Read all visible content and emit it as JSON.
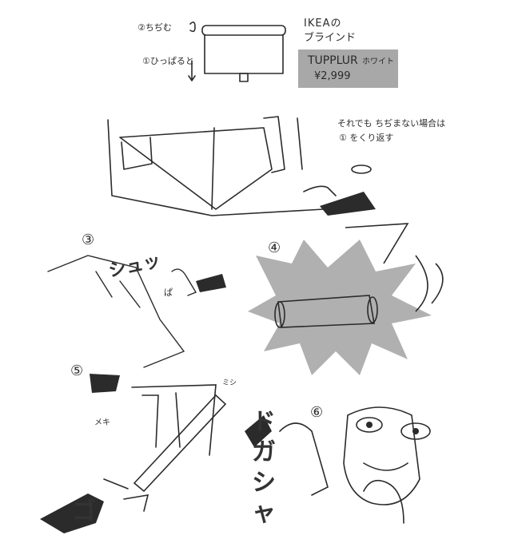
{
  "panel1": {
    "step2": "②ちぢむ",
    "step1": "①ひっぱると",
    "product_title": "IKEAの",
    "product_title2": "ブラインド",
    "product_name": "TUPPLUR",
    "product_color": "ホワイト",
    "product_price": "¥2,999"
  },
  "panel2": {
    "note_line1": "それでも ちぢまない場合は",
    "note_line2": "① をくり返す"
  },
  "panel3": {
    "number": "③",
    "sfx_main": "シュッ",
    "sfx_small": "ぱ"
  },
  "panel4": {
    "number": "④"
  },
  "panel5": {
    "number": "⑤",
    "sfx_mishi": "ミシ",
    "sfx_meki": "メキ",
    "sfx_go": "ゴ"
  },
  "panel6": {
    "number": "⑥",
    "sfx_dogasha": "ドガシャ"
  },
  "colors": {
    "ink": "#2b2b2b",
    "tone": "#a8a8a8",
    "paper": "#ffffff"
  }
}
